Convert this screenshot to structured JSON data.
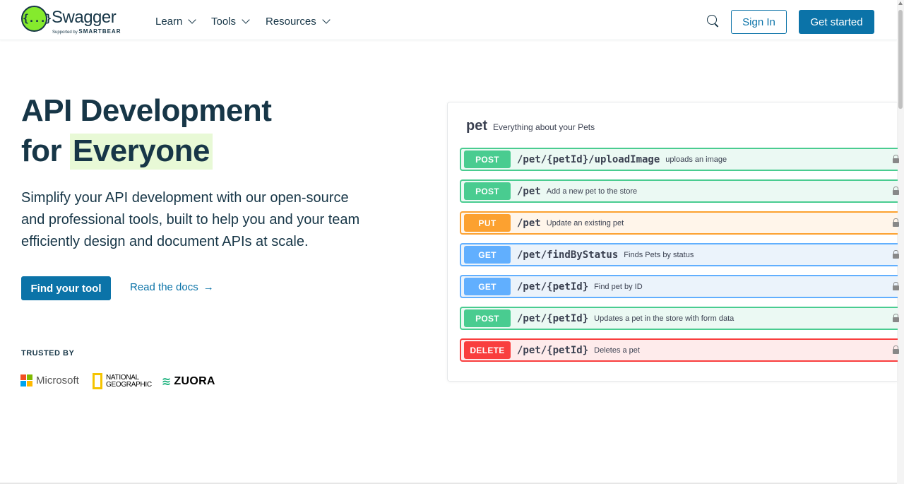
{
  "header": {
    "logo_name": "Swagger",
    "logo_symbol": "{...}",
    "logo_sub_prefix": "Supported by",
    "logo_sub_brand": "SMARTBEAR",
    "nav": [
      {
        "label": "Learn"
      },
      {
        "label": "Tools"
      },
      {
        "label": "Resources"
      }
    ],
    "signin_label": "Sign In",
    "get_started_label": "Get started"
  },
  "hero": {
    "title_line1": "API Development",
    "title_line2_prefix": "for",
    "title_line2_highlight": "Everyone",
    "description": "Simplify your API development with our open-source and professional tools, built to help you and your team efficiently design and document APIs at scale.",
    "find_tool_label": "Find your tool",
    "read_docs_label": "Read the docs",
    "read_docs_arrow": "→"
  },
  "trusted": {
    "label": "TRUSTED BY",
    "logos": [
      "Microsoft",
      "NATIONAL GEOGRAPHIC",
      "ZUORA"
    ],
    "microsoft_colors": [
      "#f25022",
      "#7fba00",
      "#00a4ef",
      "#ffb900"
    ],
    "natgeo_line1": "NATIONAL",
    "natgeo_line2": "GEOGRAPHIC",
    "zuora_mark": "≋"
  },
  "api_panel": {
    "tag": "pet",
    "tag_description": "Everything about your Pets",
    "operations": [
      {
        "method": "POST",
        "path": "/pet/{petId}/uploadImage",
        "summary": "uploads an image"
      },
      {
        "method": "POST",
        "path": "/pet",
        "summary": "Add a new pet to the store"
      },
      {
        "method": "PUT",
        "path": "/pet",
        "summary": "Update an existing pet"
      },
      {
        "method": "GET",
        "path": "/pet/findByStatus",
        "summary": "Finds Pets by status"
      },
      {
        "method": "GET",
        "path": "/pet/{petId}",
        "summary": "Find pet by ID"
      },
      {
        "method": "POST",
        "path": "/pet/{petId}",
        "summary": "Updates a pet in the store with form data"
      },
      {
        "method": "DELETE",
        "path": "/pet/{petId}",
        "summary": "Deletes a pet"
      }
    ]
  },
  "colors": {
    "brand_dark": "#173647",
    "accent_blue": "#0b73a8",
    "swagger_green": "#85ea2d",
    "post": "#49cc90",
    "put": "#fca130",
    "get": "#61affe",
    "delete": "#f93e3e"
  }
}
